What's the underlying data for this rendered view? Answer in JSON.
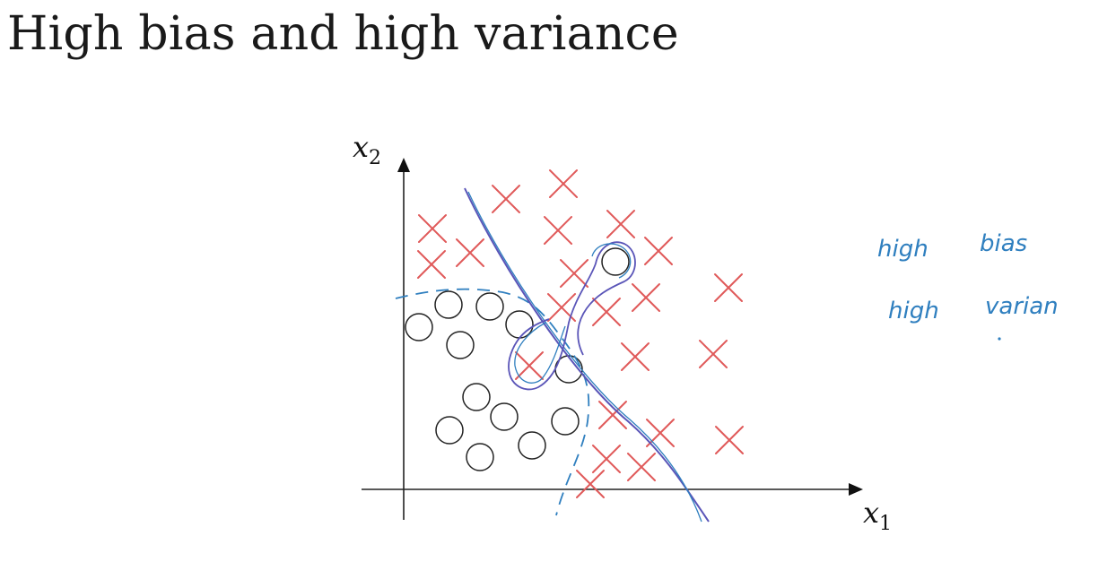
{
  "slide": {
    "title": "High bias and high variance"
  },
  "axes": {
    "x_label": "x",
    "x_subscript": "1",
    "y_label": "x",
    "y_subscript": "2"
  },
  "markers": {
    "positive_symbol": "cross",
    "negative_symbol": "circle",
    "cross_color": "#e05a5a",
    "circle_color": "#222222"
  },
  "curves": {
    "straight_boundary_color": "#5a55b8",
    "overfit_boundary_color": "#5a55b8",
    "dashed_boundary_color": "#2f7fbf"
  },
  "annotations": {
    "color": "#2f7fbf",
    "line1_word1": "high",
    "line1_word2": "bias",
    "line2_word1": "high",
    "line2_word2": "varian"
  }
}
